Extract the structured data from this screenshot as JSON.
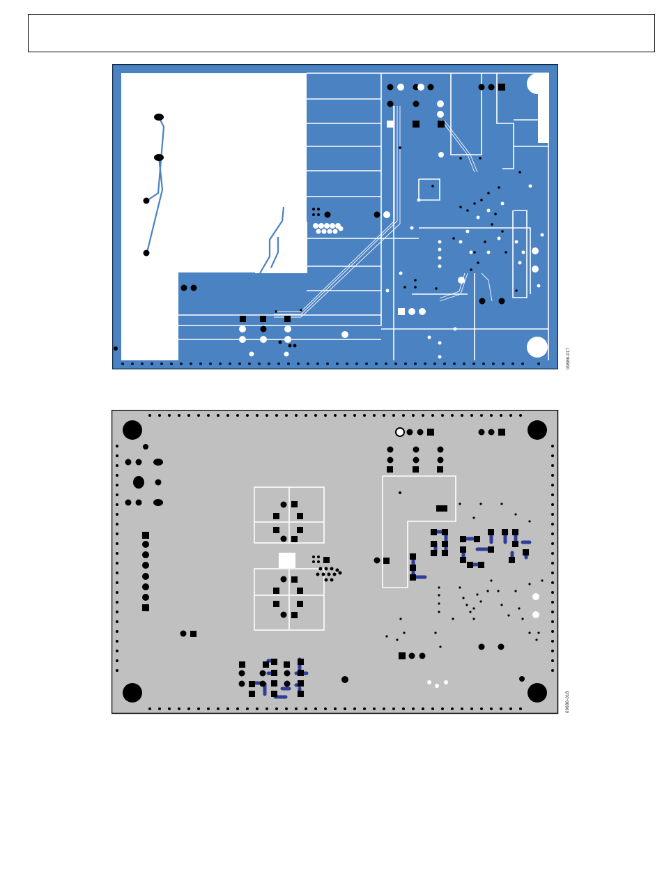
{
  "header": {
    "text": ""
  },
  "figures": [
    {
      "id": "09686-017",
      "layer": "top copper",
      "colors": {
        "copper": "#4a82c2",
        "outline": "#0e2a4e",
        "clearance": "#ffffff",
        "pad": "#000000"
      }
    },
    {
      "id": "09686-018",
      "layer": "silkscreen / soldermask",
      "colors": {
        "board": "#c0c0c0",
        "outline": "#000000",
        "trace": "#2e3d9a",
        "pad": "#000000"
      }
    }
  ]
}
